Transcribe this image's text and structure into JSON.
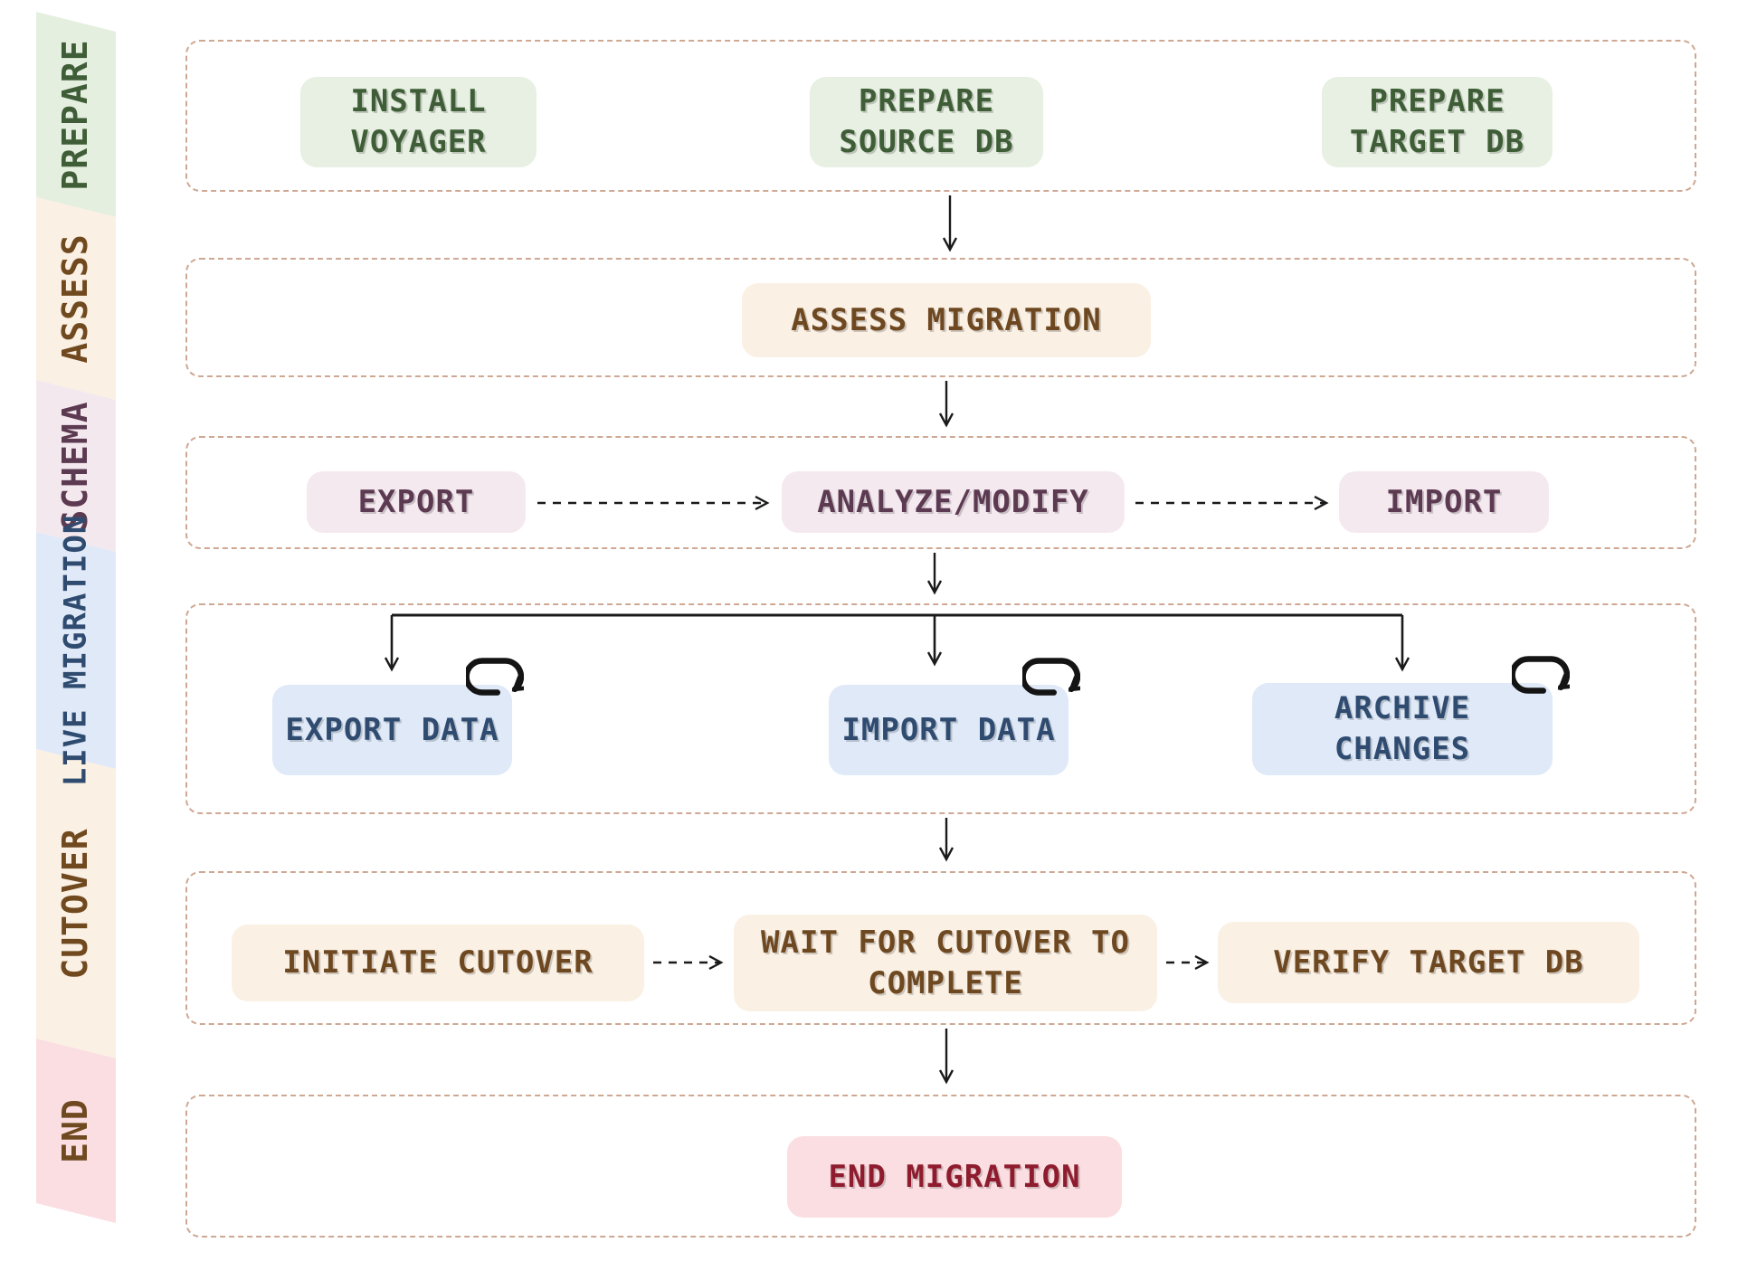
{
  "palette": {
    "background": "#ffffff",
    "row_border": "#cfa893",
    "arrow": "#1a1a1a",
    "green_bg": "#e7f0e2",
    "green_text": "#3f5e37",
    "cream_bg": "#faf0e4",
    "cream_text": "#6e4820",
    "pink_bg": "#f5e9f0",
    "pink_text": "#5c3a51",
    "blue_bg": "#dfe9f8",
    "blue_text": "#2f4b70",
    "red_bg": "#fbdee1",
    "red_text": "#8e1c2e",
    "sidebar_end_text": "#6f4a21"
  },
  "sidebar": {
    "segments": [
      {
        "id": "prepare",
        "lines": [
          "PREPARE"
        ]
      },
      {
        "id": "assess",
        "lines": [
          "ASSESS"
        ]
      },
      {
        "id": "schema",
        "lines": [
          "SCHEMA"
        ]
      },
      {
        "id": "live",
        "lines": [
          "LIVE",
          "MIGRATION"
        ]
      },
      {
        "id": "cutover",
        "lines": [
          "CUTOVER"
        ]
      },
      {
        "id": "end",
        "lines": [
          "END"
        ]
      }
    ]
  },
  "stages": {
    "prepare": {
      "nodes": [
        {
          "lines": [
            "INSTALL",
            "VOYAGER"
          ]
        },
        {
          "lines": [
            "PREPARE",
            "SOURCE DB"
          ]
        },
        {
          "lines": [
            "PREPARE",
            "TARGET DB"
          ]
        }
      ]
    },
    "assess": {
      "nodes": [
        {
          "lines": [
            "ASSESS MIGRATION"
          ]
        }
      ]
    },
    "schema": {
      "nodes": [
        {
          "lines": [
            "EXPORT"
          ]
        },
        {
          "lines": [
            "ANALYZE/MODIFY"
          ]
        },
        {
          "lines": [
            "IMPORT"
          ]
        }
      ]
    },
    "live": {
      "nodes": [
        {
          "lines": [
            "EXPORT DATA"
          ],
          "loop": true
        },
        {
          "lines": [
            "IMPORT DATA"
          ],
          "loop": true
        },
        {
          "lines": [
            "ARCHIVE",
            "CHANGES"
          ],
          "loop": true
        }
      ]
    },
    "cutover": {
      "nodes": [
        {
          "lines": [
            "INITIATE CUTOVER"
          ]
        },
        {
          "lines": [
            "WAIT FOR CUTOVER TO",
            "COMPLETE"
          ]
        },
        {
          "lines": [
            "VERIFY TARGET DB"
          ]
        }
      ]
    },
    "end": {
      "nodes": [
        {
          "lines": [
            "END MIGRATION"
          ]
        }
      ]
    }
  },
  "icons": {
    "loop": "repeat-loop-icon"
  }
}
